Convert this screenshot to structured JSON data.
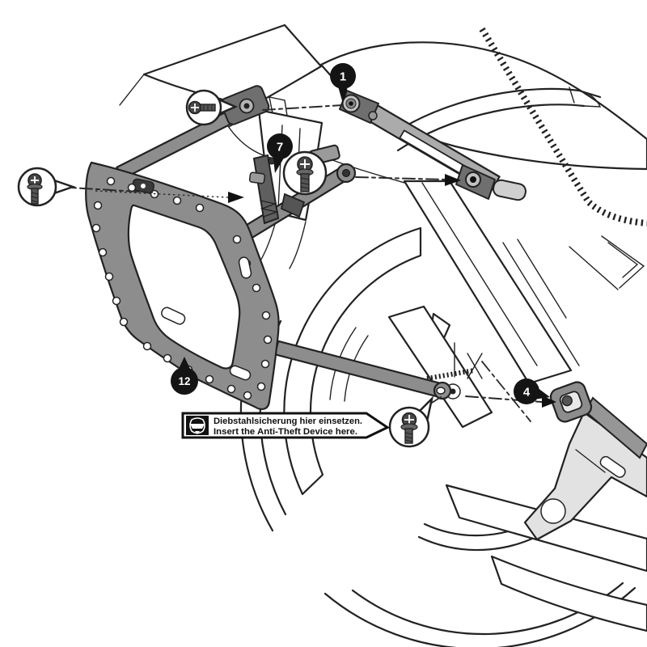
{
  "diagram": {
    "type": "technical-illustration",
    "subject": "side-carrier mounting on motorcycle rear",
    "note_box": {
      "icon": "anti-theft-device-icon",
      "line1": "Diebstahlsicherung hier einsetzen.",
      "line2": "Insert the Anti-Theft Device here."
    },
    "callouts": {
      "c1": "1",
      "c7": "7",
      "c4": "4",
      "c12": "12"
    },
    "colors": {
      "outline": "#222222",
      "part_gray": "#8d8d8d",
      "fitting_gray": "#6f6f6f",
      "rail_gray": "#ababab",
      "bracket_light_gray": "#e2e2e2",
      "callout_black": "#141414",
      "background": "#ffffff"
    }
  }
}
